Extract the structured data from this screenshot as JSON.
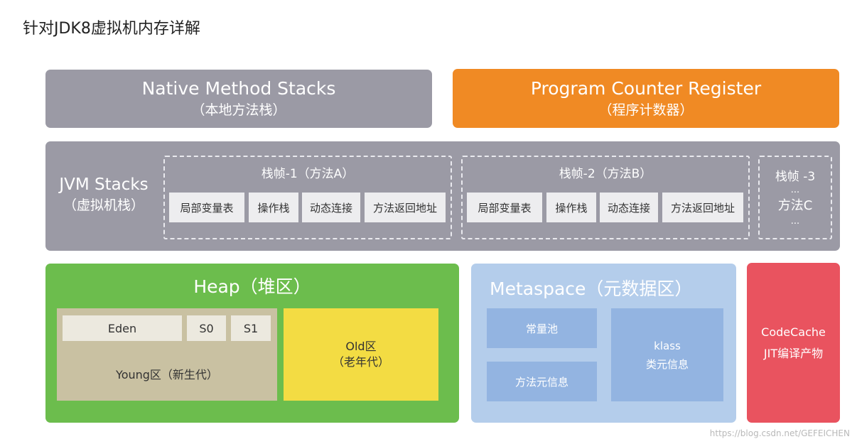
{
  "page": {
    "title": "针对JDK8虚拟机内存详解"
  },
  "native": {
    "title": "Native Method Stacks",
    "subtitle": "（本地方法栈）"
  },
  "pc": {
    "title": "Program Counter Register",
    "subtitle": "（程序计数器）"
  },
  "jvm": {
    "title": "JVM Stacks",
    "subtitle": "（虚拟机栈）",
    "frames": [
      {
        "title": "栈帧-1（方法A）",
        "items": [
          "局部变量表",
          "操作栈",
          "动态连接",
          "方法返回地址"
        ]
      },
      {
        "title": "栈帧-2（方法B）",
        "items": [
          "局部变量表",
          "操作栈",
          "动态连接",
          "方法返回地址"
        ]
      }
    ],
    "frame3": {
      "title": "栈帧 -3",
      "dots_top": "...",
      "method": "方法C",
      "dots_bottom": "..."
    }
  },
  "heap": {
    "title": "Heap（堆区）",
    "eden": "Eden",
    "s0": "S0",
    "s1": "S1",
    "young": "Young区（新生代）",
    "old_line1": "Old区",
    "old_line2": "（老年代）"
  },
  "meta": {
    "title": "Metaspace（元数据区）",
    "constant_pool": "常量池",
    "method_meta": "方法元信息",
    "klass": "klass",
    "klass_meta": "类元信息"
  },
  "codecache": {
    "line1": "CodeCache",
    "line2": "JIT编译产物"
  },
  "watermark": "https://blog.csdn.net/GEFEICHEN",
  "colors": {
    "gray": "#9b9aa5",
    "orange": "#f08a24",
    "green": "#6cbd4d",
    "yellow": "#f3dc43",
    "light_blue": "#b4cdeb",
    "red": "#e9535f"
  }
}
